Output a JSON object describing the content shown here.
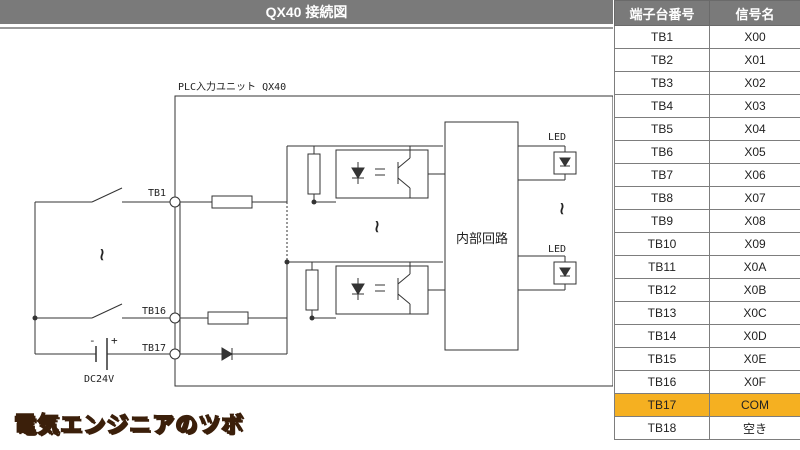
{
  "title": "QX40 接続図",
  "table": {
    "headers": {
      "terminal": "端子台番号",
      "signal": "信号名"
    },
    "rows": [
      {
        "terminal": "TB1",
        "signal": "X00"
      },
      {
        "terminal": "TB2",
        "signal": "X01"
      },
      {
        "terminal": "TB3",
        "signal": "X02"
      },
      {
        "terminal": "TB4",
        "signal": "X03"
      },
      {
        "terminal": "TB5",
        "signal": "X04"
      },
      {
        "terminal": "TB6",
        "signal": "X05"
      },
      {
        "terminal": "TB7",
        "signal": "X06"
      },
      {
        "terminal": "TB8",
        "signal": "X07"
      },
      {
        "terminal": "TB9",
        "signal": "X08"
      },
      {
        "terminal": "TB10",
        "signal": "X09"
      },
      {
        "terminal": "TB11",
        "signal": "X0A"
      },
      {
        "terminal": "TB12",
        "signal": "X0B"
      },
      {
        "terminal": "TB13",
        "signal": "X0C"
      },
      {
        "terminal": "TB14",
        "signal": "X0D"
      },
      {
        "terminal": "TB15",
        "signal": "X0E"
      },
      {
        "terminal": "TB16",
        "signal": "X0F"
      },
      {
        "terminal": "TB17",
        "signal": "COM",
        "highlight": true
      },
      {
        "terminal": "TB18",
        "signal": "空き"
      }
    ]
  },
  "diagram": {
    "module_label": "PLC入力ユニット QX40",
    "internal_circuit": "内部回路",
    "led_1": "LED",
    "led_2": "LED",
    "tb1": "TB1",
    "tb16": "TB16",
    "tb17": "TB17",
    "supply": "DC24V",
    "minus": "-",
    "plus": "+",
    "tilde": "~"
  },
  "logo": {
    "text": "電気エンジニアのツボ"
  },
  "colors": {
    "header_bg": "#7a7a7a",
    "highlight": "#f5b021",
    "logo_fill": "#ffd21a"
  }
}
